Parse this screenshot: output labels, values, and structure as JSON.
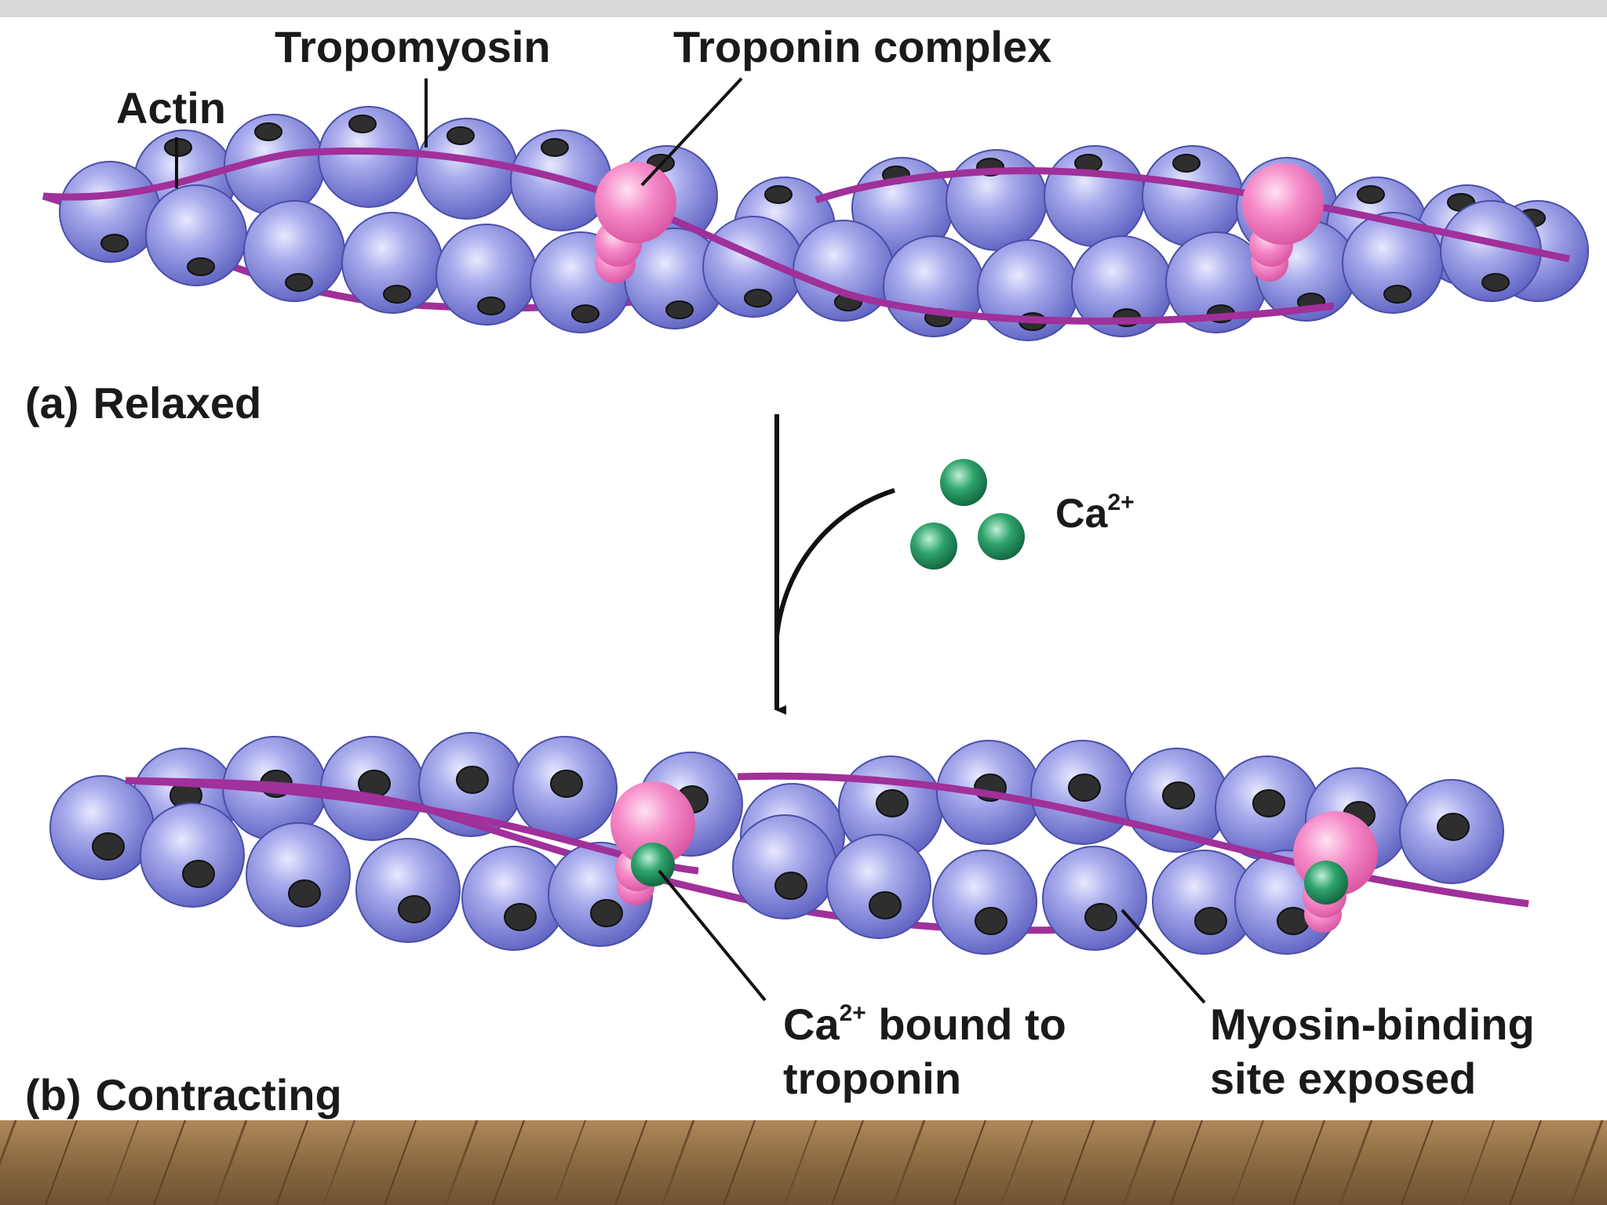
{
  "labels": {
    "actin": "Actin",
    "tropomyosin": "Tropomyosin",
    "troponin": "Troponin complex",
    "relaxed_letter": "(a)",
    "relaxed": "Relaxed",
    "ca_base": "Ca",
    "ca_sup": "2+",
    "bound_base": "Ca",
    "bound_sup": "2+",
    "bound_rest": " bound to",
    "bound_line2": "troponin",
    "myosin_line1": "Myosin-binding",
    "myosin_line2": "site exposed",
    "contracting_letter": "(b)",
    "contracting": "Contracting"
  },
  "colors": {
    "actin": "#8f93dc",
    "actin_dark": "#4a4ea8",
    "binding_site": "#2e2e2e",
    "tropomyosin": "#a0309a",
    "troponin": "#f07cc0",
    "calcium": "#1f8a5a",
    "floor": "#8a6a44"
  }
}
